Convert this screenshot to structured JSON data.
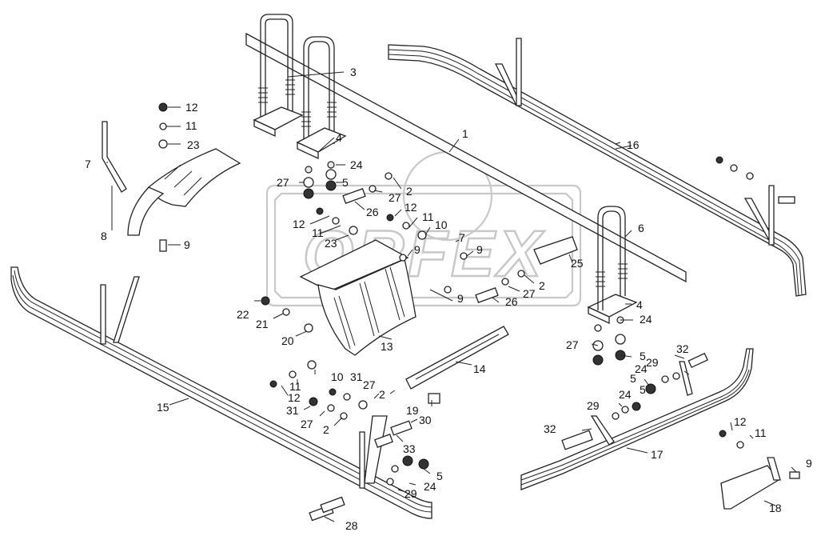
{
  "watermark": {
    "text": "ORFEX"
  },
  "callouts": [
    {
      "id": "c1",
      "label": "1"
    },
    {
      "id": "c2a",
      "label": "2"
    },
    {
      "id": "c2b",
      "label": "2"
    },
    {
      "id": "c2c",
      "label": "2"
    },
    {
      "id": "c2d",
      "label": "2"
    },
    {
      "id": "c3",
      "label": "3"
    },
    {
      "id": "c4a",
      "label": "4"
    },
    {
      "id": "c4b",
      "label": "4"
    },
    {
      "id": "c5a",
      "label": "5"
    },
    {
      "id": "c5b",
      "label": "5"
    },
    {
      "id": "c5c",
      "label": "5"
    },
    {
      "id": "c5d",
      "label": "5"
    },
    {
      "id": "c5e",
      "label": "5"
    },
    {
      "id": "c6",
      "label": "6"
    },
    {
      "id": "c7a",
      "label": "7"
    },
    {
      "id": "c7b",
      "label": "7"
    },
    {
      "id": "c8",
      "label": "8"
    },
    {
      "id": "c9a",
      "label": "9"
    },
    {
      "id": "c9b",
      "label": "9"
    },
    {
      "id": "c9c",
      "label": "9"
    },
    {
      "id": "c9d",
      "label": "9"
    },
    {
      "id": "c9e",
      "label": "9"
    },
    {
      "id": "c10a",
      "label": "10"
    },
    {
      "id": "c10b",
      "label": "10"
    },
    {
      "id": "c11a",
      "label": "11"
    },
    {
      "id": "c11b",
      "label": "11"
    },
    {
      "id": "c11c",
      "label": "11"
    },
    {
      "id": "c11d",
      "label": "11"
    },
    {
      "id": "c11e",
      "label": "11"
    },
    {
      "id": "c12a",
      "label": "12"
    },
    {
      "id": "c12b",
      "label": "12"
    },
    {
      "id": "c12c",
      "label": "12"
    },
    {
      "id": "c12d",
      "label": "12"
    },
    {
      "id": "c12e",
      "label": "12"
    },
    {
      "id": "c13",
      "label": "13"
    },
    {
      "id": "c14",
      "label": "14"
    },
    {
      "id": "c15",
      "label": "15"
    },
    {
      "id": "c16",
      "label": "16"
    },
    {
      "id": "c17",
      "label": "17"
    },
    {
      "id": "c18",
      "label": "18"
    },
    {
      "id": "c19",
      "label": "19"
    },
    {
      "id": "c20",
      "label": "20"
    },
    {
      "id": "c21",
      "label": "21"
    },
    {
      "id": "c22",
      "label": "22"
    },
    {
      "id": "c23a",
      "label": "23"
    },
    {
      "id": "c23b",
      "label": "23"
    },
    {
      "id": "c24a",
      "label": "24"
    },
    {
      "id": "c24b",
      "label": "24"
    },
    {
      "id": "c24c",
      "label": "24"
    },
    {
      "id": "c24d",
      "label": "24"
    },
    {
      "id": "c24e",
      "label": "24"
    },
    {
      "id": "c25",
      "label": "25"
    },
    {
      "id": "c26a",
      "label": "26"
    },
    {
      "id": "c26b",
      "label": "26"
    },
    {
      "id": "c27a",
      "label": "27"
    },
    {
      "id": "c27b",
      "label": "27"
    },
    {
      "id": "c27c",
      "label": "27"
    },
    {
      "id": "c27d",
      "label": "27"
    },
    {
      "id": "c27e",
      "label": "27"
    },
    {
      "id": "c27f",
      "label": "27"
    },
    {
      "id": "c28",
      "label": "28"
    },
    {
      "id": "c29a",
      "label": "29"
    },
    {
      "id": "c29b",
      "label": "29"
    },
    {
      "id": "c29c",
      "label": "29"
    },
    {
      "id": "c30",
      "label": "30"
    },
    {
      "id": "c31a",
      "label": "31"
    },
    {
      "id": "c31b",
      "label": "31"
    },
    {
      "id": "c32a",
      "label": "32"
    },
    {
      "id": "c32b",
      "label": "32"
    },
    {
      "id": "c33",
      "label": "33"
    }
  ]
}
